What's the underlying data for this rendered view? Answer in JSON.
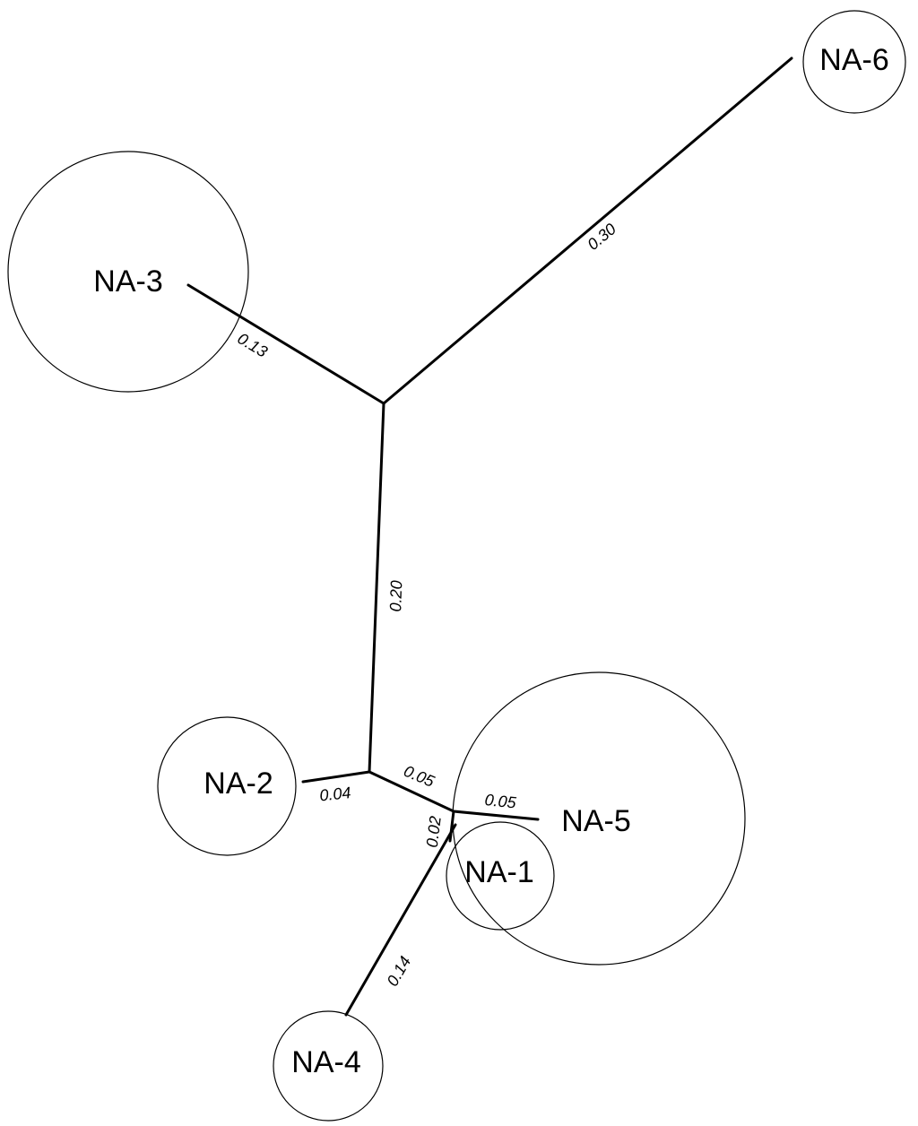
{
  "nodes": [
    {
      "id": "NA-3",
      "label": "NA-3"
    },
    {
      "id": "NA-6",
      "label": "NA-6"
    },
    {
      "id": "NA-2",
      "label": "NA-2"
    },
    {
      "id": "NA-5",
      "label": "NA-5"
    },
    {
      "id": "NA-1",
      "label": "NA-1"
    },
    {
      "id": "NA-4",
      "label": "NA-4"
    }
  ],
  "branches": [
    {
      "id": "to-na3",
      "length": "0.13"
    },
    {
      "id": "to-na6",
      "length": "0.30"
    },
    {
      "id": "internal-a",
      "length": "0.20"
    },
    {
      "id": "to-na2",
      "length": "0.04"
    },
    {
      "id": "internal-b",
      "length": "0.05"
    },
    {
      "id": "to-na5",
      "length": "0.05"
    },
    {
      "id": "to-na1",
      "length": "0.02"
    },
    {
      "id": "to-na4",
      "length": "0.14"
    }
  ]
}
